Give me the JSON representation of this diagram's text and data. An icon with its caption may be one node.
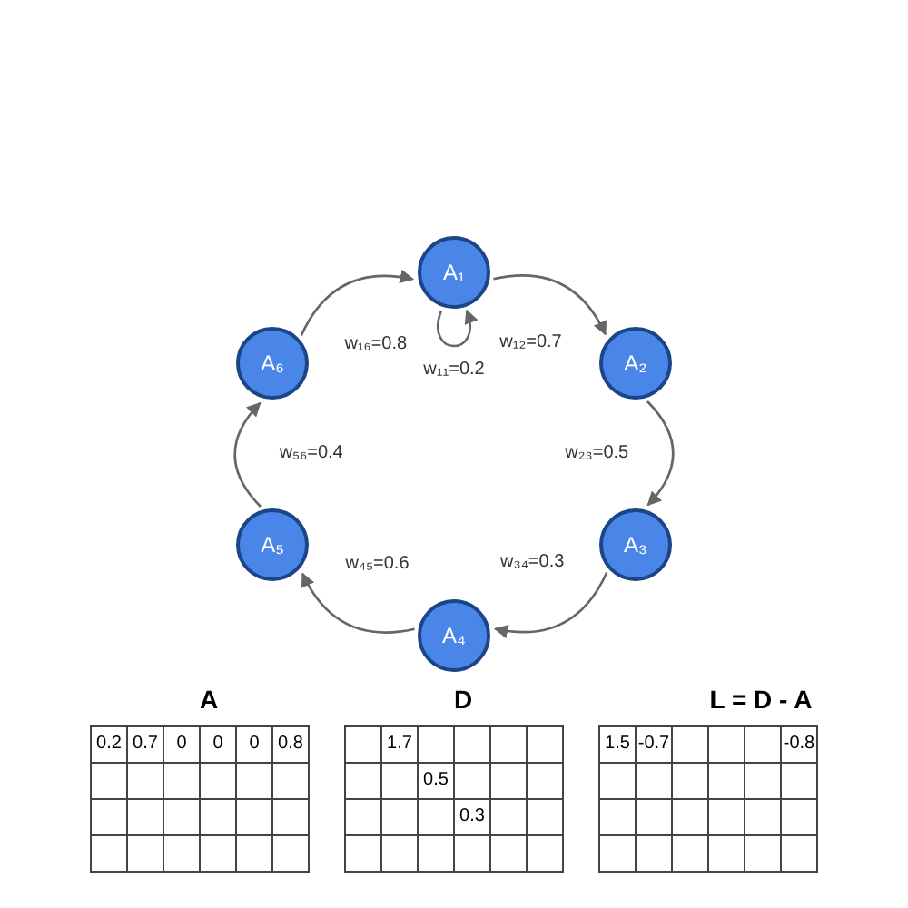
{
  "diagram": {
    "nodes": [
      {
        "text": [
          "A₁"
        ]
      },
      {
        "text": [
          "A₂"
        ]
      },
      {
        "text": [
          "A₃"
        ]
      },
      {
        "text": [
          "A₄"
        ]
      },
      {
        "text": [
          "A₅"
        ]
      },
      {
        "text": [
          "A₆"
        ]
      }
    ],
    "edges": [
      {
        "from": 5,
        "to": 0,
        "arrow": "to",
        "label": "w₁₆=0.8"
      },
      {
        "from": 0,
        "to": 0,
        "arrow": "to",
        "label": "w₁₁=0.2"
      },
      {
        "from": 0,
        "to": 1,
        "arrow": "to",
        "label": "w₁₂=0.7"
      },
      {
        "from": 1,
        "to": 2,
        "arrow": "to",
        "label": "w₂₃=0.5"
      },
      {
        "from": 2,
        "to": 3,
        "arrow": "to",
        "label": "w₃₄=0.3"
      },
      {
        "from": 3,
        "to": 4,
        "arrow": "to",
        "label": "w₄₅=0.6"
      },
      {
        "from": 4,
        "to": 5,
        "arrow": "to",
        "label": "w₅₆=0.4"
      }
    ],
    "labels": [
      "A",
      "D",
      "L = D - A",
      "0.2",
      "0.7",
      "0",
      "0",
      "0",
      "0.8",
      "1.7",
      "0.5",
      "0.3",
      "1.5",
      "-0.7",
      "-0.8"
    ]
  }
}
